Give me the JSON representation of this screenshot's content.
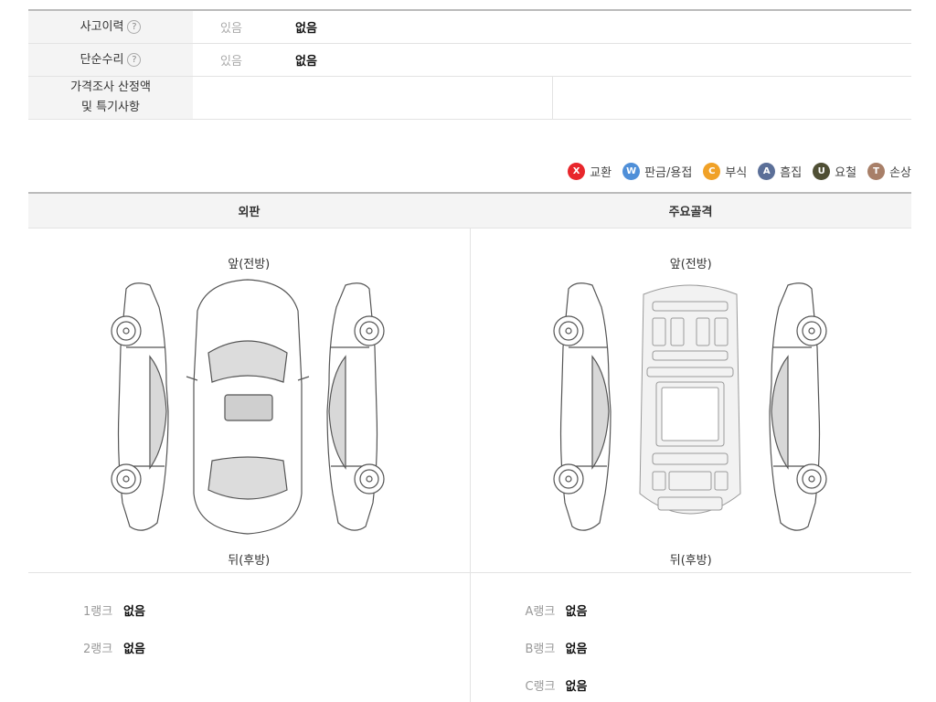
{
  "history": {
    "accident": {
      "label": "사고이력",
      "help": "?",
      "opt_yes": "있음",
      "opt_no": "없음"
    },
    "repair": {
      "label": "단순수리",
      "help": "?",
      "opt_yes": "있음",
      "opt_no": "없음"
    },
    "price_note": {
      "label_line1": "가격조사 산정액",
      "label_line2": "및 특기사항"
    }
  },
  "legend": [
    {
      "code": "X",
      "label": "교환",
      "color": "#e8262b"
    },
    {
      "code": "W",
      "label": "판금/용접",
      "color": "#4f8fd8"
    },
    {
      "code": "C",
      "label": "부식",
      "color": "#f0a127"
    },
    {
      "code": "A",
      "label": "흠집",
      "color": "#5b6f98"
    },
    {
      "code": "U",
      "label": "요철",
      "color": "#4f4f34"
    },
    {
      "code": "T",
      "label": "손상",
      "color": "#a87f68"
    }
  ],
  "diagram": {
    "exterior": {
      "title": "외판",
      "front": "앞(전방)",
      "rear": "뒤(후방)",
      "ranks": [
        {
          "label": "1랭크",
          "value": "없음"
        },
        {
          "label": "2랭크",
          "value": "없음"
        }
      ]
    },
    "frame": {
      "title": "주요골격",
      "front": "앞(전방)",
      "rear": "뒤(후방)",
      "ranks": [
        {
          "label": "A랭크",
          "value": "없음"
        },
        {
          "label": "B랭크",
          "value": "없음"
        },
        {
          "label": "C랭크",
          "value": "없음"
        }
      ]
    }
  }
}
